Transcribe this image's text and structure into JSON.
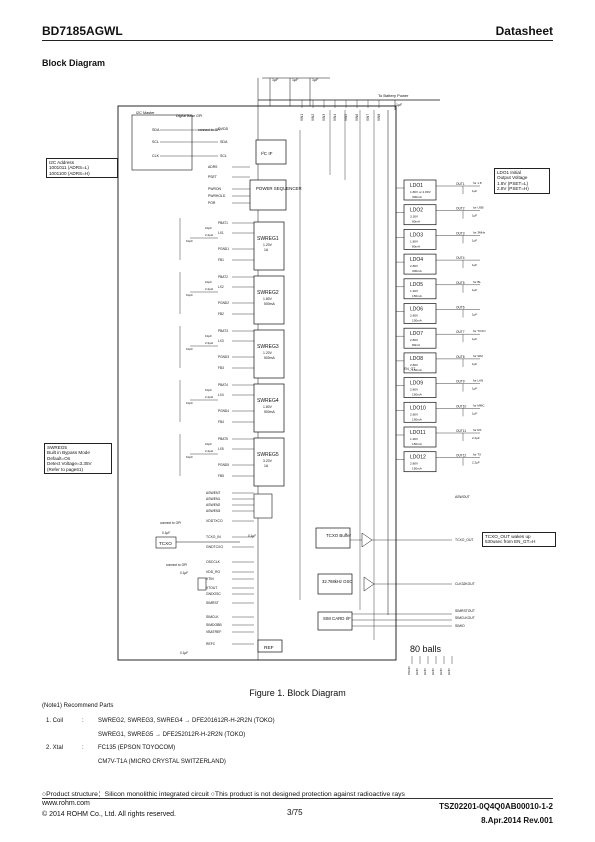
{
  "header": {
    "part": "BD7185AGWL",
    "doctype": "Datasheet"
  },
  "section_title": "Block Diagram",
  "figure_caption": "Figure 1. Block Diagram",
  "diagram": {
    "i2c_master": "I2C Master",
    "digital_base": "Digital Base GPI",
    "connect_a": "connect to GPI",
    "i2c_if": "I²C  IF",
    "power_sequencer": "POWER SEQUENCER",
    "to_battery": "To Battery  Power",
    "top_caps": [
      "1μF",
      "1μF",
      "1μF"
    ],
    "batt_cap": "1μF",
    "vin_labels": [
      "VIN1",
      "VIN2",
      "VIN3",
      "VIN4",
      "VIN5",
      "VIN6",
      "VIN7",
      "VIN8"
    ],
    "i2c_pins": [
      "SDA",
      "SCL",
      "CLK",
      "DVDD",
      "SDA",
      "SCL"
    ],
    "seq_pins": [
      "ADRS",
      "PSET",
      "PWRON",
      "PWRHOLD",
      "POR"
    ],
    "i2c_addr_box": {
      "title": "I2C Address",
      "lines": [
        "1001011 (ADRS=L)",
        "1001100 (ADRS=H)"
      ]
    },
    "swreg": [
      {
        "name": "SWREG1",
        "v": "1.20V",
        "i": "1A",
        "pins": [
          "PBAT1",
          "LX1",
          "PGND1",
          "FB1"
        ]
      },
      {
        "name": "SWREG2",
        "v": "1.80V",
        "i": "500mA",
        "pins": [
          "PBAT2",
          "LX2",
          "PGND2",
          "FB2"
        ]
      },
      {
        "name": "SWREG3",
        "v": "1.20V",
        "i": "500mA",
        "pins": [
          "PBAT3",
          "LX3",
          "PGND3",
          "FB3"
        ]
      },
      {
        "name": "SWREG4",
        "v": "1.80V",
        "i": "500mA",
        "pins": [
          "PBAT4",
          "LX4",
          "PGND4",
          "FB4"
        ]
      },
      {
        "name": "SWREG5",
        "v": "3.20V",
        "i": "1A",
        "pins": [
          "PBAT5",
          "LX5",
          "PGND5",
          "FB5"
        ]
      }
    ],
    "sw_parts": {
      "cap_in": "10μF",
      "ind": "2.2μH",
      "cap_out": "10μF"
    },
    "swreg5_box": {
      "lines": [
        "SWREG5",
        "Built in Bypass Mode",
        "Default=On",
        "Detect Voltage=3.35V",
        "(Refer to page61)"
      ]
    },
    "ldo": [
      {
        "name": "LDO1",
        "v": "1.80V or 2.80V",
        "i": "300mA",
        "out": "OUT1",
        "load": "for 1.8",
        "cap": "1μF"
      },
      {
        "name": "LDO2",
        "v": "3.30V",
        "i": "80mA",
        "out": "OUT2",
        "load": "for USB",
        "cap": "1μF"
      },
      {
        "name": "LDO3",
        "v": "1.80V",
        "i": "80mA",
        "out": "OUT3",
        "load": "for 3MHz",
        "cap": "1μF"
      },
      {
        "name": "LDO4",
        "v": "2.80V",
        "i": "300mA",
        "out": "OUT4",
        "load": "",
        "cap": "1μF"
      },
      {
        "name": "LDO5",
        "v": "1.20V",
        "i": "150mA",
        "out": "OUT5",
        "load": "for BL",
        "cap": "1μF"
      },
      {
        "name": "LDO6",
        "v": "2.80V",
        "i": "150mA",
        "out": "OUT6",
        "load": "",
        "cap": "1μF"
      },
      {
        "name": "LDO7",
        "v": "2.80V",
        "i": "80mA",
        "out": "OUT7",
        "load": "for TCXO",
        "cap": "1μF"
      },
      {
        "name": "LDO8",
        "v": "2.80V",
        "i": "150mA",
        "out": "OUT8",
        "load": "for SIM",
        "cap": "1μF"
      },
      {
        "name": "LDO9",
        "v": "2.80V",
        "i": "150mA",
        "out": "OUT9",
        "load": "for LAN",
        "cap": "1μF"
      },
      {
        "name": "LDO10",
        "v": "2.80V",
        "i": "150mA",
        "out": "OUT10",
        "load": "for MMC",
        "cap": "1μF"
      },
      {
        "name": "LDO11",
        "v": "1.20V",
        "i": "150mA",
        "out": "OUT11",
        "load": "for RX",
        "cap": "2.2μF"
      },
      {
        "name": "LDO12",
        "v": "2.80V",
        "i": "150mA",
        "out": "OUT12",
        "load": "for TX",
        "cap": "2.2μF"
      }
    ],
    "en_label": "EN_GT",
    "ldo1_box": {
      "lines": [
        "LDO1 Initial",
        "Output Voltage",
        "1.8V  (PSET=L)",
        "2.8V  (PSET=H)"
      ]
    },
    "tcxo_box": {
      "lines": [
        "TCXO_OUT wakes up",
        "530usec from EN_GT=H"
      ]
    },
    "lower_pins": [
      "ASWENT",
      "ASWEN1",
      "ASWEN2",
      "ASWEN3",
      "VDDTXCO",
      "TCXO_IN",
      "GNDTCXO",
      "OSCCLK",
      "VDD_RO",
      "XTIN",
      "XTOUT",
      "GNDOSC",
      "SIMRST",
      "SIMCLK",
      "SIMDOBB",
      "VBATREF",
      "REFC"
    ],
    "right_pins": [
      "ASWOUT",
      "TCXO_OUT",
      "CLK32KOUT",
      "SIMRSTOUT",
      "SIMCLKOUT",
      "SIMIO"
    ],
    "tcxo_ext": "TCXO",
    "tcxo_buffer": "TCXO Buffer",
    "osc": "32.768kHz OSC",
    "sim_card": "SIM CARD I/F",
    "ref": "REF",
    "balls": "80 balls",
    "gnd_pins": [
      "PGND",
      "GND",
      "GND",
      "GND",
      "GND",
      "GND"
    ],
    "misc_caps": [
      "0.1μF",
      "0.1μF",
      "0.1μF",
      "0.1μF"
    ],
    "connect_b": "connect to GPI",
    "connect_c": "connect to GPI"
  },
  "notes": {
    "title": "(Note1) Recommend Parts",
    "coil_label": "1. Coil",
    "sep": ":",
    "coil_1": "SWREG2,  SWREG3,  SWREG4  →  DFE201612R-H-2R2N  (TOKO)",
    "coil_2": "SWREG1,  SWREG5  →  DFE252012R-H-2R2N   (TOKO)",
    "xtal_label": "2. Xtal",
    "xtal_1": "FC135  (EPSON TOYOCOM)",
    "xtal_2": "CM7V-T1A  (MICRO CRYSTAL SWITZERLAND)"
  },
  "footer": {
    "product_structure": "○Product structure：Silicon monolithic integrated circuit   ○This product is not designed protection against radioactive rays",
    "url": "www.rohm.com",
    "copyright": "© 2014 ROHM Co., Ltd. All rights reserved.",
    "page": "3/75",
    "doc_id": "TSZ02201-0Q4Q0AB00010-1-2",
    "date": "8.Apr.2014 Rev.001"
  }
}
